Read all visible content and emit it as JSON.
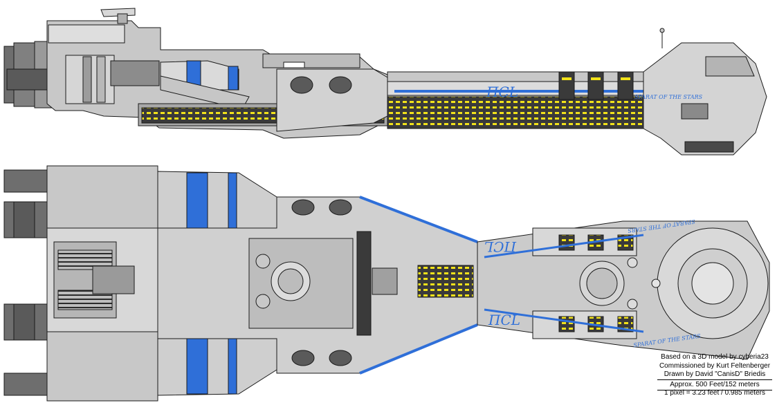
{
  "ship": {
    "hull_logo": "ПCL",
    "hull_motto": "SPARAT OF THE STARS"
  },
  "credits": {
    "line1": "Based on a 3D model by cyberia23",
    "line2": "Commissioned by Kurt Feltenberger",
    "line3": "Drawn by David \"CanisD\" Briedis",
    "scale1": "Approx. 500 Feet/152 meters",
    "scale2": "1 pixel = 3.23 feet / 0.985 meters"
  },
  "colors": {
    "hull": "#c8c8c8",
    "hull_light": "#e4e4e4",
    "hull_dark": "#8c8c8c",
    "engine": "#6e6e6e",
    "stripe": "#2f6fd8",
    "stripe_light": "#6fa0ec",
    "window": "#f2e21a",
    "outline": "#1a1a1a",
    "text_blue": "#2f6fd8"
  }
}
